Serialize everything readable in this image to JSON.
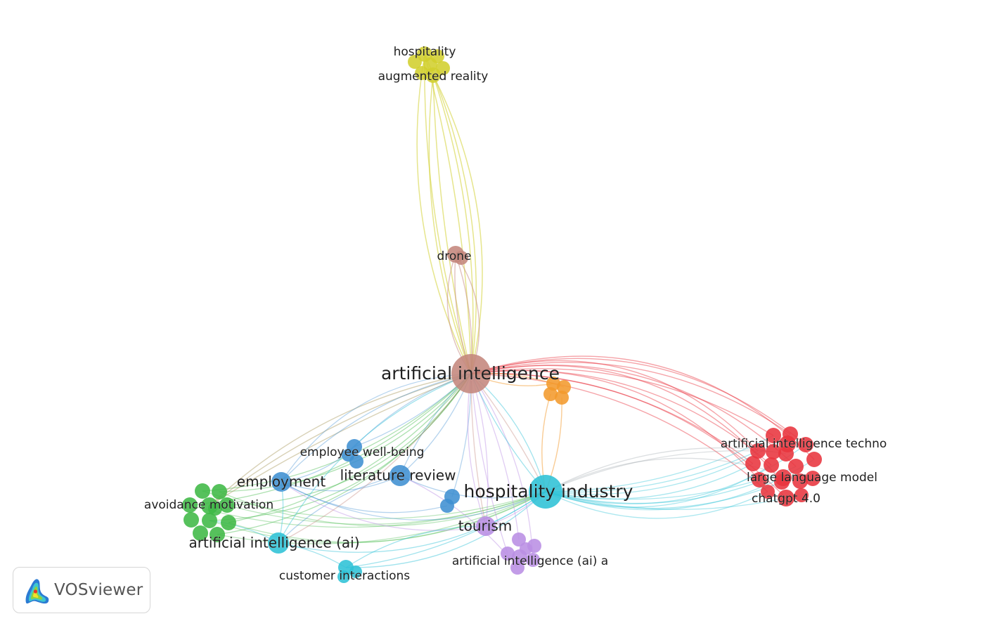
{
  "app": {
    "brand": "VOSviewer",
    "logo_icon": "vosviewer-density-icon"
  },
  "network": {
    "clusters": [
      {
        "id": "brown",
        "color": "#c4867c"
      },
      {
        "id": "cyan",
        "color": "#2ec2d6"
      },
      {
        "id": "blue",
        "color": "#3f8fd2"
      },
      {
        "id": "green",
        "color": "#3fb845"
      },
      {
        "id": "red",
        "color": "#e8343e"
      },
      {
        "id": "yellow",
        "color": "#d2cf2e"
      },
      {
        "id": "purple",
        "color": "#ba8ee4"
      },
      {
        "id": "orange",
        "color": "#f39a2c"
      }
    ],
    "nodes": [
      {
        "key": "ai",
        "label": "artificial intelligence",
        "cluster": "brown"
      },
      {
        "key": "drone",
        "label": "drone",
        "cluster": "brown"
      },
      {
        "key": "hosp",
        "label": "hospitality",
        "cluster": "yellow"
      },
      {
        "key": "ar",
        "label": "augmented reality",
        "cluster": "yellow"
      },
      {
        "key": "hi",
        "label": "hospitality industry",
        "cluster": "cyan"
      },
      {
        "key": "aiai",
        "label": "artificial intelligence (ai)",
        "cluster": "cyan"
      },
      {
        "key": "ci",
        "label": "customer interactions",
        "cluster": "cyan"
      },
      {
        "key": "tour",
        "label": "tourism",
        "cluster": "purple"
      },
      {
        "key": "aiaia",
        "label": "artificial intelligence (ai) a",
        "cluster": "purple"
      },
      {
        "key": "emp",
        "label": "employment",
        "cluster": "blue"
      },
      {
        "key": "ewb",
        "label": "employee well-being",
        "cluster": "blue"
      },
      {
        "key": "lit",
        "label": "literature review",
        "cluster": "blue"
      },
      {
        "key": "avoid",
        "label": "avoidance motivation",
        "cluster": "green"
      },
      {
        "key": "ait",
        "label": "artificial intelligence techno",
        "cluster": "red"
      },
      {
        "key": "llm",
        "label": "large language model",
        "cluster": "red"
      },
      {
        "key": "gpt",
        "label": "chatgpt 4.0",
        "cluster": "red"
      }
    ]
  }
}
